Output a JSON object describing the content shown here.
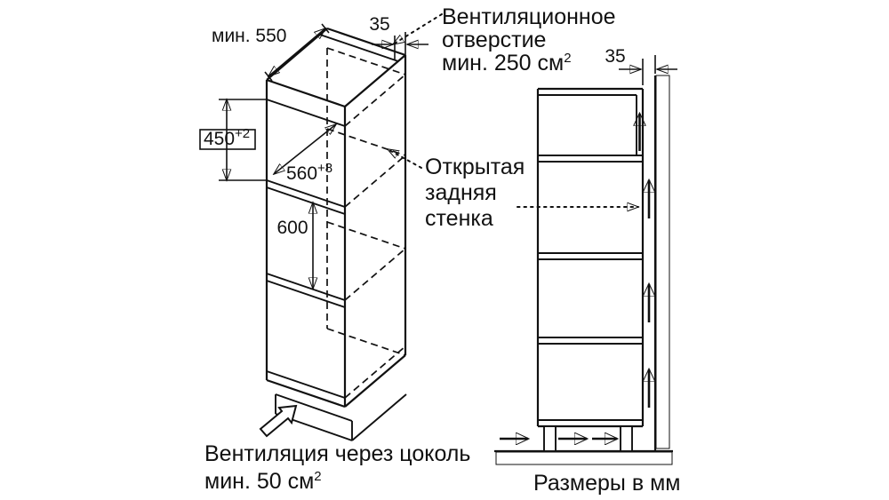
{
  "diagram": {
    "left_view": {
      "dim_depth": "мин. 550",
      "dim_gap": "35",
      "dim_height_main": "450",
      "dim_height_sup": "+2",
      "dim_width_main": "560",
      "dim_width_sup": "+8",
      "dim_niche": "600",
      "plinth_note_line1": "Вентиляция через цоколь",
      "plinth_note_line2": "мин. 50 см",
      "plinth_note_sup": "2"
    },
    "annotations": {
      "vent_line1": "Вентиляционное",
      "vent_line2": "отверстие",
      "vent_line3": "мин. 250 см",
      "vent_sup": "2",
      "open_back_line1": "Открытая",
      "open_back_line2": "задняя",
      "open_back_line3": "стенка"
    },
    "right_view": {
      "dim_gap": "35",
      "units_note": "Размеры в мм"
    },
    "colors": {
      "line": "#111111",
      "background": "#ffffff"
    }
  }
}
